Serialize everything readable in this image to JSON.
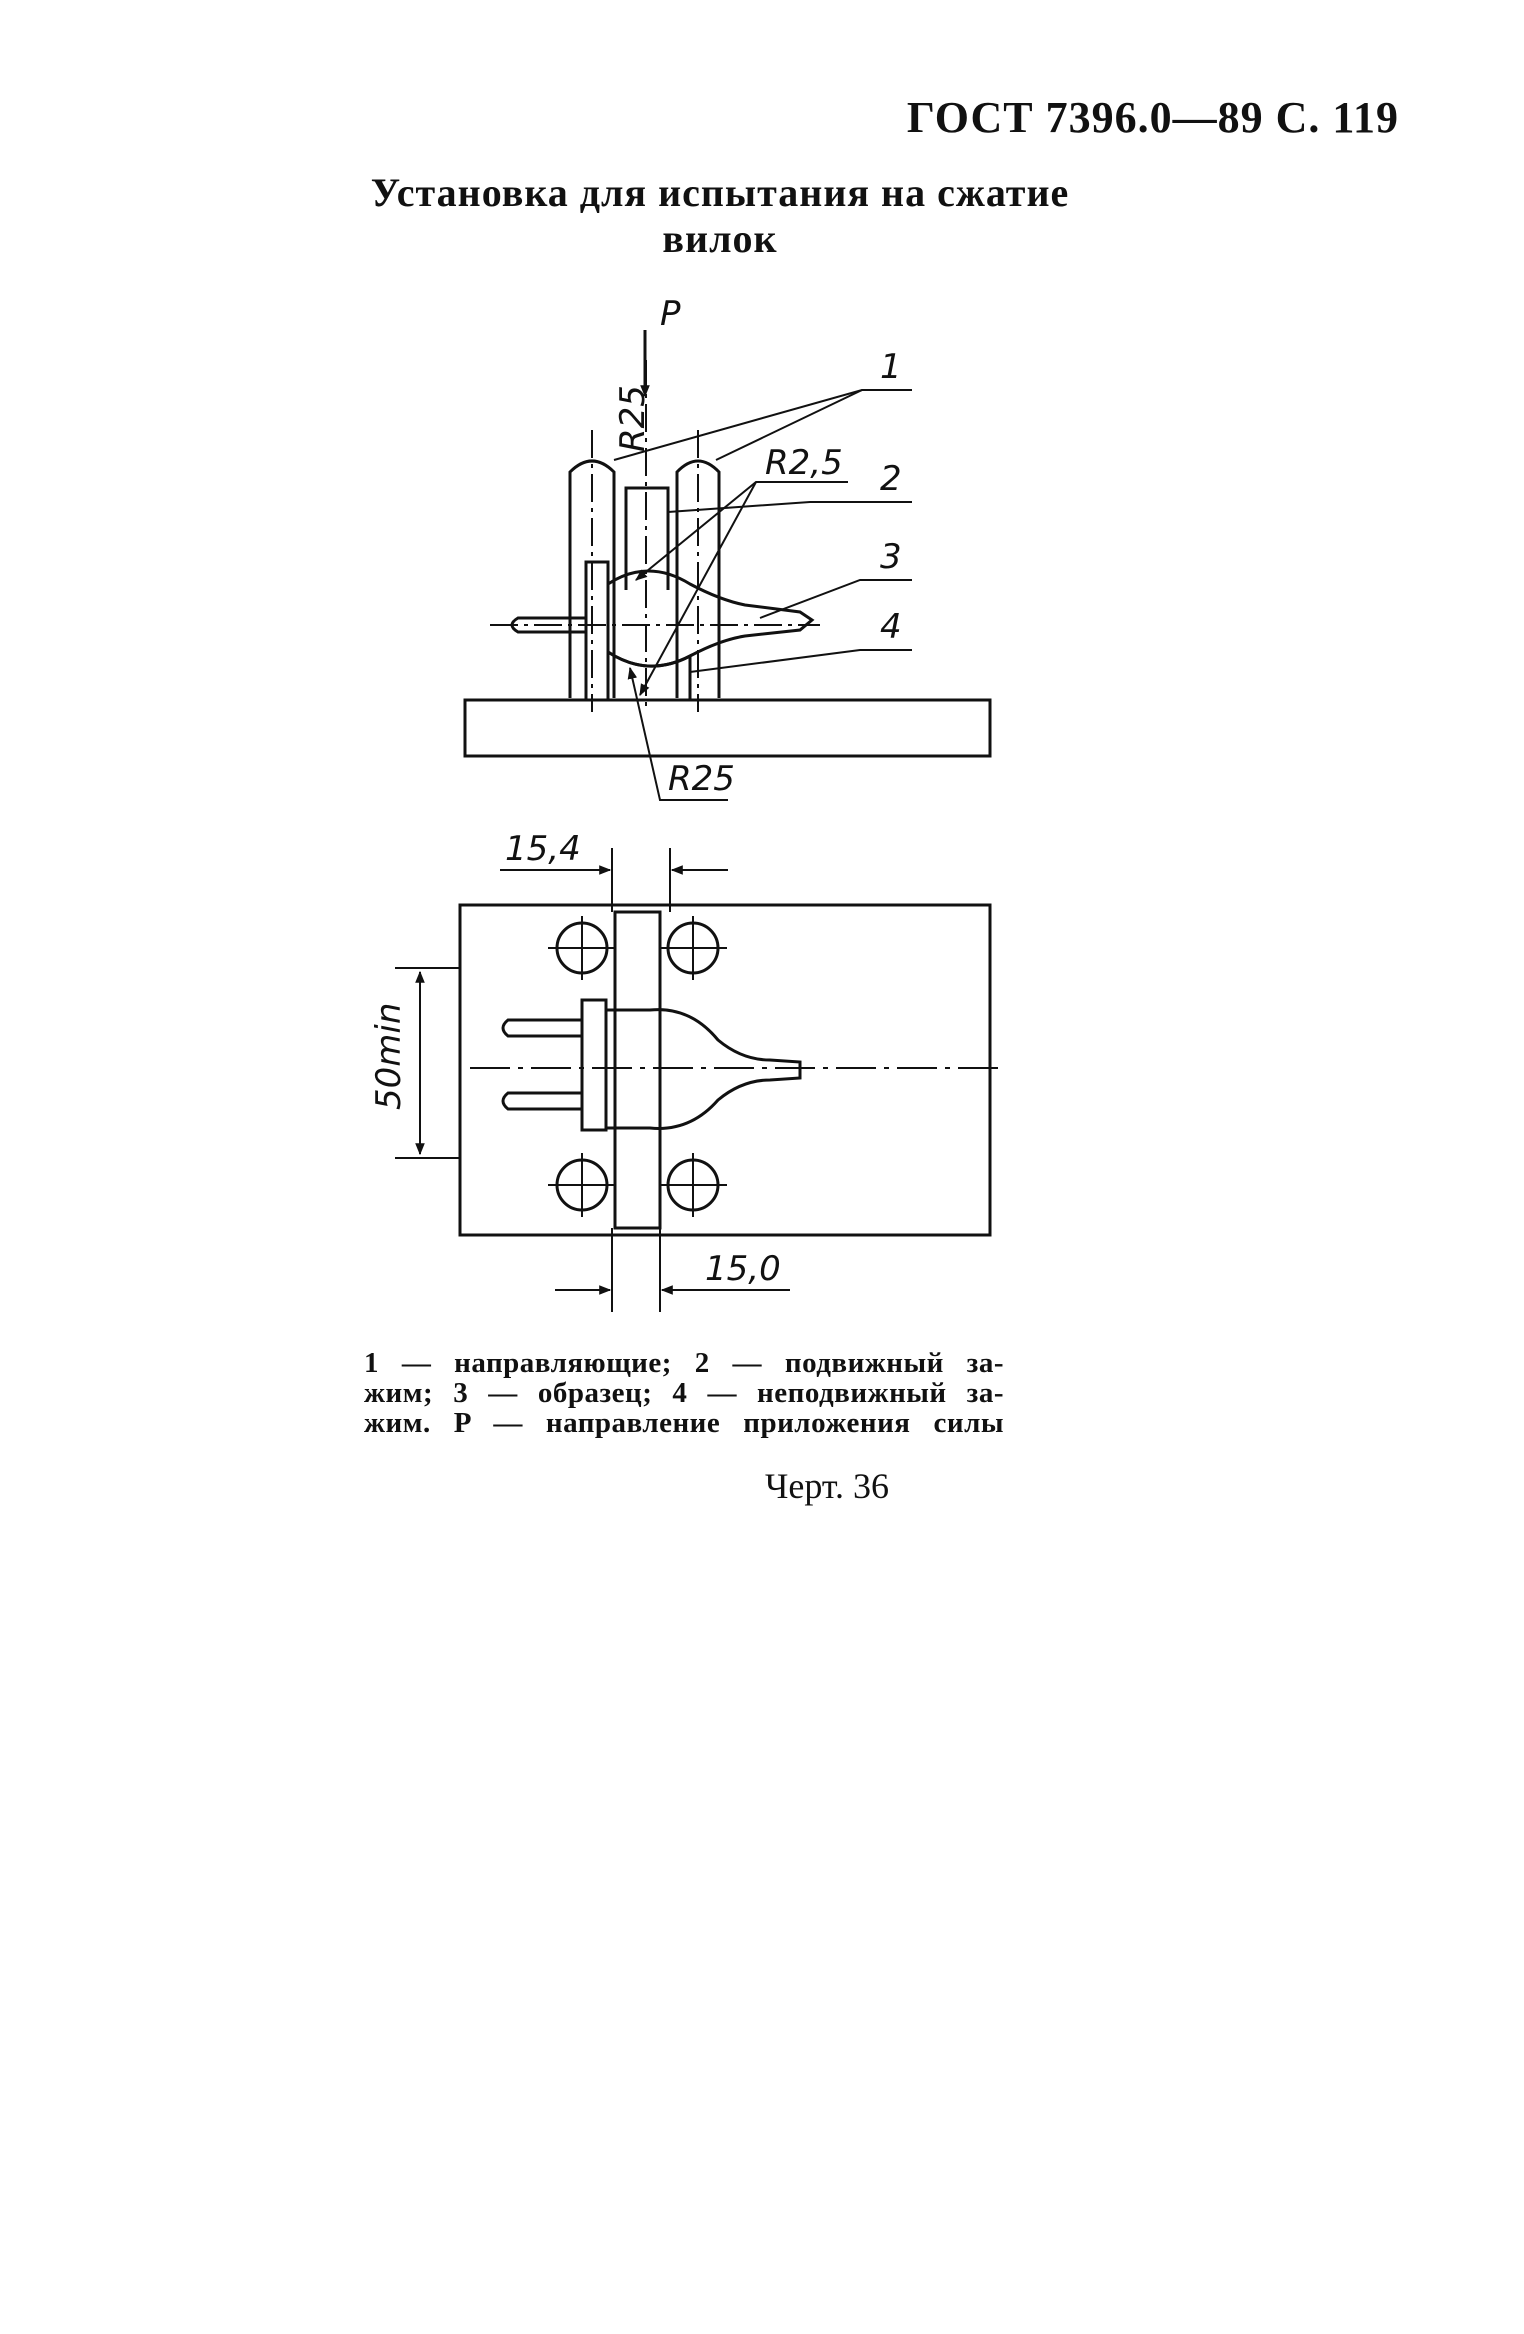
{
  "page_header": "ГОСТ 7396.0—89 С. 119",
  "figure_title": {
    "line1": "Установка для испытания на сжатие",
    "line2": "вилок"
  },
  "drawing_labels": {
    "force": "P",
    "pos1": "1",
    "pos2": "2",
    "pos3": "3",
    "pos4": "4",
    "r25_top": "R25",
    "r2_5": "R2,5",
    "r25_bottom": "R25",
    "dim_15_4": "15,4",
    "dim_15_0": "15,0",
    "dim_50min": "50min"
  },
  "caption": {
    "line1": "1 — направляющие; 2 — подвижный за-",
    "line2": "жим; 3 — образец; 4 — неподвижный за-",
    "line3": "жим. P — направление приложения силы"
  },
  "figure_number": "Черт. 36"
}
